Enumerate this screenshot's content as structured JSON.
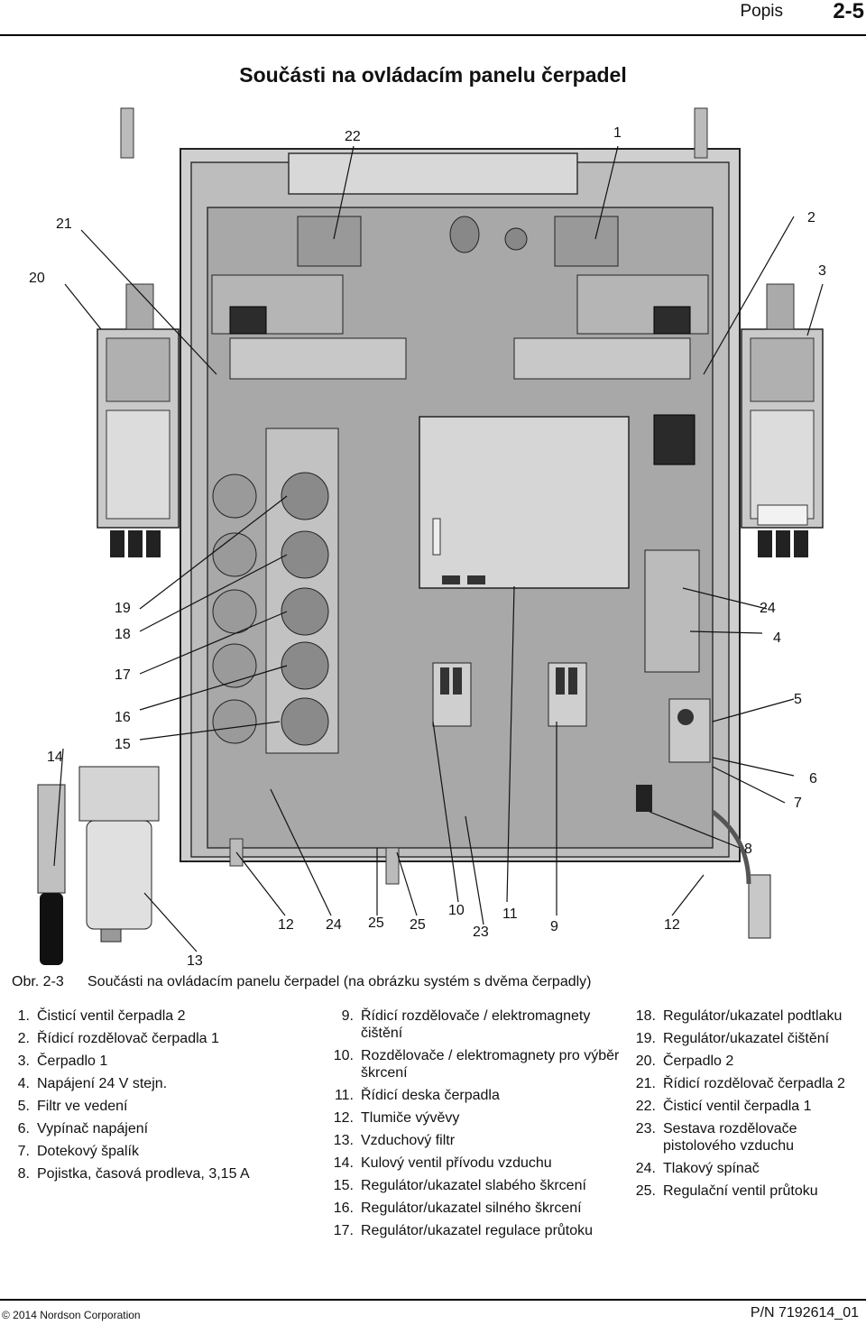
{
  "header": {
    "section": "Popis",
    "page": "2-5"
  },
  "title": "Součásti na ovládacím panelu čerpadel",
  "callouts": [
    "22",
    "1",
    "21",
    "2",
    "20",
    "3",
    "19",
    "18",
    "24",
    "4",
    "17",
    "16",
    "5",
    "15",
    "14",
    "6",
    "7",
    "8",
    "10",
    "11",
    "12",
    "24",
    "25",
    "25",
    "23",
    "9",
    "12",
    "13"
  ],
  "caption": {
    "number": "Obr. 2-3",
    "text": "Součásti na ovládacím panelu čerpadel (na obrázku systém s dvěma čerpadly)"
  },
  "legend": {
    "col1": [
      {
        "num": "1.",
        "text": "Čisticí ventil čerpadla 2"
      },
      {
        "num": "2.",
        "text": "Řídicí rozdělovač čerpadla 1"
      },
      {
        "num": "3.",
        "text": "Čerpadlo 1"
      },
      {
        "num": "4.",
        "text": "Napájení 24 V stejn."
      },
      {
        "num": "5.",
        "text": "Filtr ve vedení"
      },
      {
        "num": "6.",
        "text": "Vypínač napájení"
      },
      {
        "num": "7.",
        "text": "Dotekový špalík"
      },
      {
        "num": "8.",
        "text": "Pojistka, časová prodleva, 3,15 A"
      }
    ],
    "col2": [
      {
        "num": "9.",
        "text": "Řídicí rozdělovače / elektromagnety čištění"
      },
      {
        "num": "10.",
        "text": "Rozdělovače / elektromagnety pro výběr škrcení"
      },
      {
        "num": "11.",
        "text": "Řídicí deska čerpadla"
      },
      {
        "num": "12.",
        "text": "Tlumiče vývěvy"
      },
      {
        "num": "13.",
        "text": "Vzduchový filtr"
      },
      {
        "num": "14.",
        "text": "Kulový ventil přívodu vzduchu"
      },
      {
        "num": "15.",
        "text": "Regulátor/ukazatel slabého škrcení"
      },
      {
        "num": "16.",
        "text": "Regulátor/ukazatel silného škrcení"
      },
      {
        "num": "17.",
        "text": "Regulátor/ukazatel regulace průtoku"
      }
    ],
    "col3": [
      {
        "num": "18.",
        "text": "Regulátor/ukazatel podtlaku"
      },
      {
        "num": "19.",
        "text": "Regulátor/ukazatel čištění"
      },
      {
        "num": "20.",
        "text": "Čerpadlo 2"
      },
      {
        "num": "21.",
        "text": "Řídicí rozdělovač čerpadla 2"
      },
      {
        "num": "22.",
        "text": "Čisticí ventil čerpadla 1"
      },
      {
        "num": "23.",
        "text": "Sestava rozdělovače pistolového vzduchu"
      },
      {
        "num": "24.",
        "text": "Tlakový spínač"
      },
      {
        "num": "25.",
        "text": "Regulační ventil průtoku"
      }
    ]
  },
  "footer": {
    "copyright": "© 2014 Nordson Corporation",
    "part_number": "P/N 7192614_01"
  }
}
